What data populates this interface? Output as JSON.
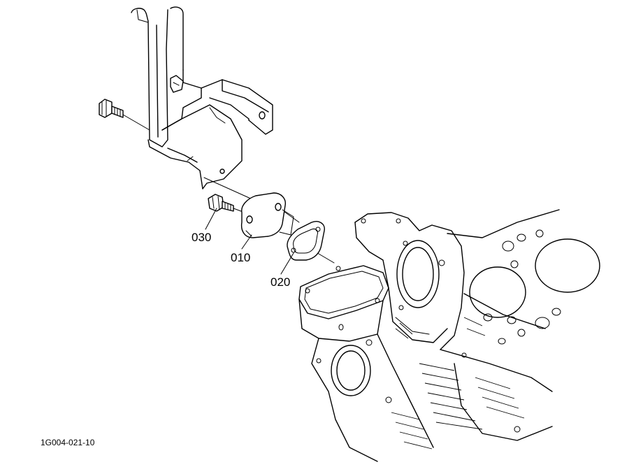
{
  "diagram": {
    "callouts": [
      {
        "id": "030",
        "label": "030"
      },
      {
        "id": "010",
        "label": "010"
      },
      {
        "id": "020",
        "label": "020"
      }
    ],
    "figure_id": "1G004-021-10",
    "ink_color": "#000000",
    "background_color": "#ffffff"
  }
}
